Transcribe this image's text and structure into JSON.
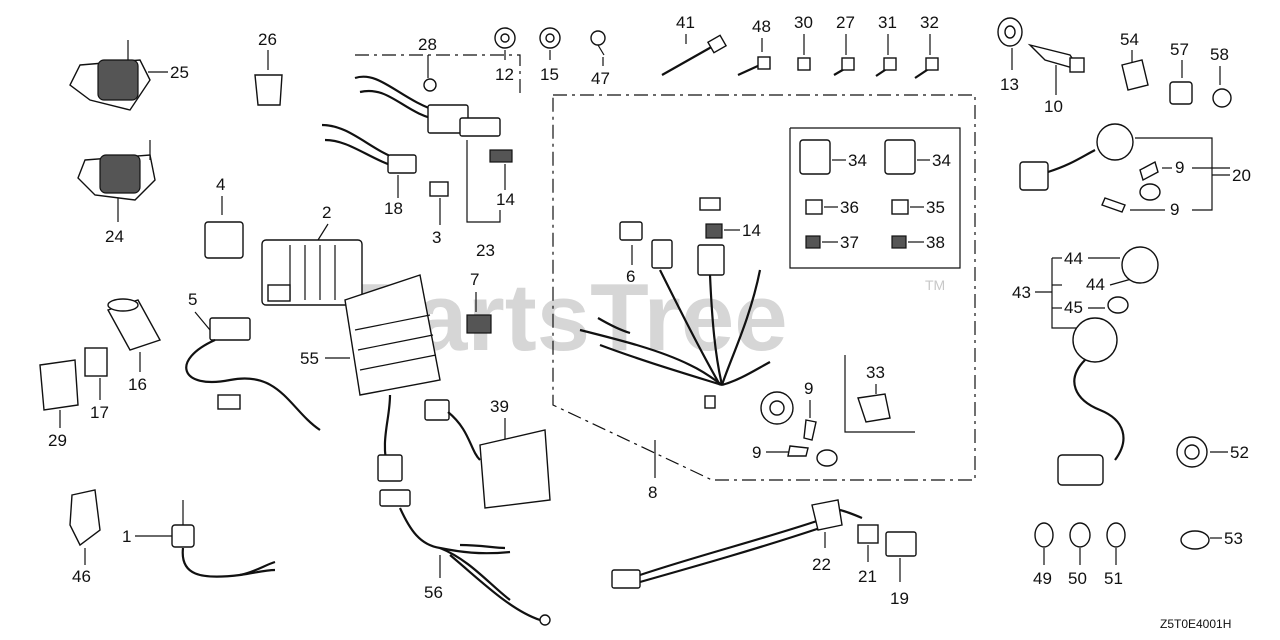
{
  "watermark": "PartsTree",
  "trademark": "TM",
  "diagram_code": "Z5T0E4001H",
  "part_numbers": {
    "p1": "1",
    "p2": "2",
    "p3": "3",
    "p4": "4",
    "p5": "5",
    "p6": "6",
    "p7": "7",
    "p8": "8",
    "p9a": "9",
    "p9b": "9",
    "p9c": "9",
    "p9d": "9",
    "p10": "10",
    "p12": "12",
    "p13": "13",
    "p14a": "14",
    "p14b": "14",
    "p15": "15",
    "p16": "16",
    "p17": "17",
    "p18": "18",
    "p19": "19",
    "p20": "20",
    "p21": "21",
    "p22": "22",
    "p23": "23",
    "p24": "24",
    "p25": "25",
    "p26": "26",
    "p27": "27",
    "p28": "28",
    "p29": "29",
    "p30": "30",
    "p31": "31",
    "p32": "32",
    "p33": "33",
    "p34a": "34",
    "p34b": "34",
    "p35": "35",
    "p36": "36",
    "p37": "37",
    "p38": "38",
    "p39": "39",
    "p41": "41",
    "p43": "43",
    "p44a": "44",
    "p44b": "44",
    "p45": "45",
    "p46": "46",
    "p47": "47",
    "p48": "48",
    "p49": "49",
    "p50": "50",
    "p51": "51",
    "p52": "52",
    "p53": "53",
    "p54": "54",
    "p55": "55",
    "p56": "56",
    "p57": "57",
    "p58": "58"
  }
}
